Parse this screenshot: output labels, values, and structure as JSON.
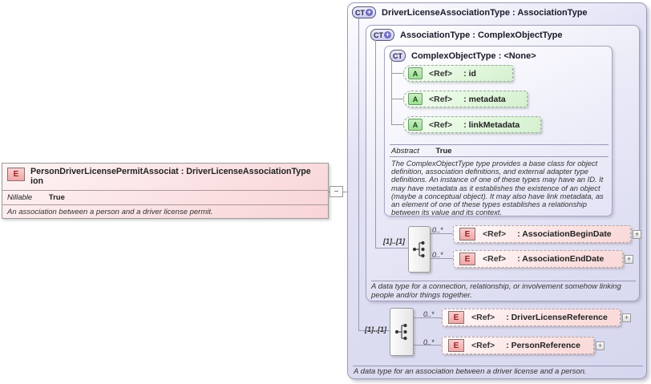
{
  "icons": {
    "plus": "+",
    "collapse": "−",
    "expand": "+"
  },
  "left_element": {
    "badge": "E",
    "title_line1": "PersonDriverLicensePermitAssociat : DriverLicenseAssociationType",
    "title_line2": "ion",
    "nillable_label": "Nillable",
    "nillable_value": "True",
    "description": "An association between a person and a driver license permit."
  },
  "outer_type": {
    "badge": "CT",
    "title": "DriverLicenseAssociationType : AssociationType",
    "description": "A data type for an association between a driver license and a person.",
    "group_cardinality": "[1]..[1]",
    "elements": [
      {
        "cardinality": "0..*",
        "badge": "E",
        "ref": "<Ref>",
        "name": ": DriverLicenseReference"
      },
      {
        "cardinality": "0..*",
        "badge": "E",
        "ref": "<Ref>",
        "name": ": PersonReference"
      }
    ]
  },
  "association_type": {
    "badge": "CT",
    "title": "AssociationType : ComplexObjectType",
    "description": "A data type for a connection, relationship, or involvement somehow linking people and/or things together.",
    "group_cardinality": "[1]..[1]",
    "elements": [
      {
        "cardinality": "0..*",
        "badge": "E",
        "ref": "<Ref>",
        "name": ": AssociationBeginDate"
      },
      {
        "cardinality": "0..*",
        "badge": "E",
        "ref": "<Ref>",
        "name": ": AssociationEndDate"
      }
    ]
  },
  "complex_object_type": {
    "badge": "CT",
    "title": "ComplexObjectType : <None>",
    "attributes": [
      {
        "badge": "A",
        "ref": "<Ref>",
        "name": ": id"
      },
      {
        "badge": "A",
        "ref": "<Ref>",
        "name": ": metadata"
      },
      {
        "badge": "A",
        "ref": "<Ref>",
        "name": ": linkMetadata"
      }
    ],
    "abstract_label": "Abstract",
    "abstract_value": "True",
    "description": "The ComplexObjectType type provides a base class for object definition, association definitions, and external adapter type definitions. An instance of one of these types may have an ID. It may have metadata as it establishes the existence of an object (maybe a conceptual object). It may also have link metadata, as an element of one of these types establishes a relationship between its value and its context."
  }
}
